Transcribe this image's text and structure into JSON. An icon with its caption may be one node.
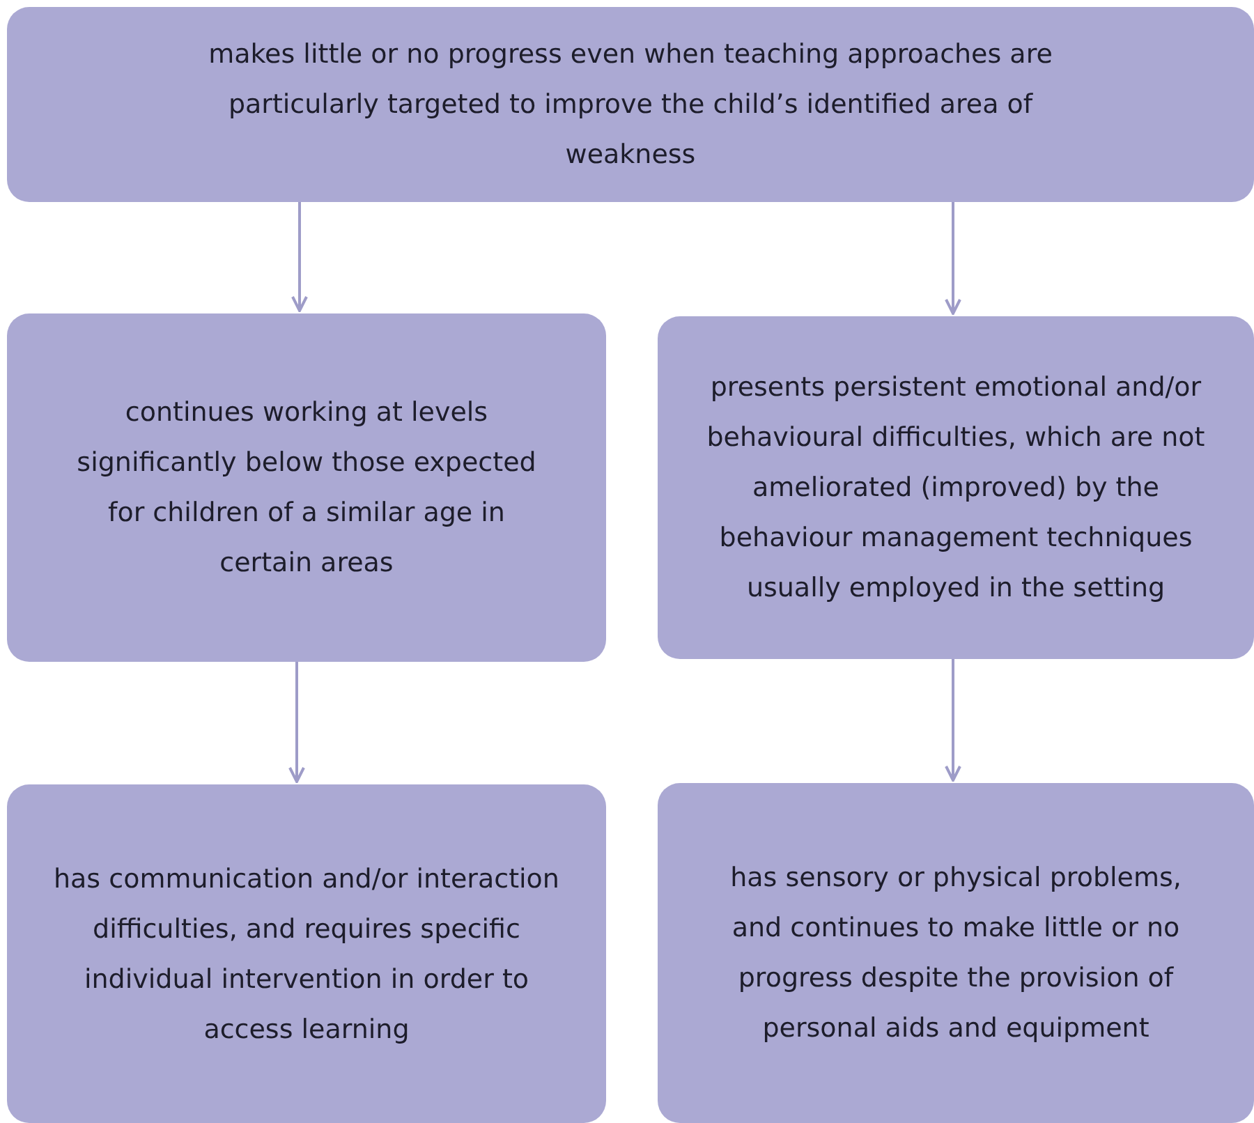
{
  "diagram": {
    "nodes": [
      {
        "text": [
          "makes little or no progress even when teaching approaches are particularly targeted to improve the child’s identified area of weakness"
        ]
      },
      {
        "text": [
          "continues working at levels significantly below those expected for children of a similar age in certain areas"
        ]
      },
      {
        "text": [
          "presents persistent emotional and/or behavioural difficulties, which are not ameliorated (improved) by the behaviour management techniques usually employed in the setting"
        ]
      },
      {
        "text": [
          "has communication and/or interaction difficulties, and requires specific individual intervention in order to access learning"
        ]
      },
      {
        "text": [
          "has sensory or physical problems, and continues to make little or no progress despite the provision of personal aids and equipment"
        ]
      }
    ],
    "edges": [
      {
        "from": 0,
        "to": 1,
        "arrow": "to"
      },
      {
        "from": 0,
        "to": 2,
        "arrow": "to"
      },
      {
        "from": 1,
        "to": 3,
        "arrow": "to"
      },
      {
        "from": 2,
        "to": 4,
        "arrow": "to"
      }
    ]
  }
}
